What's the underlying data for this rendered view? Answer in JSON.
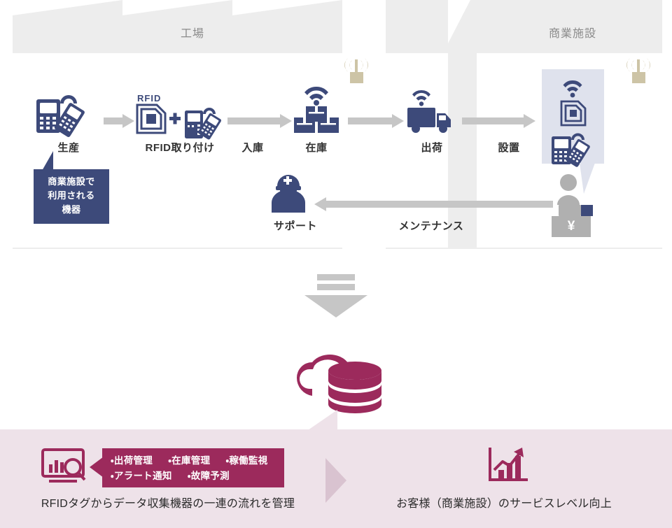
{
  "colors": {
    "navy": "#3d4a7a",
    "navy_dark": "#39456f",
    "grey_zone": "#ededed",
    "grey_arrow": "#c6c6c6",
    "tan": "#cdc4a6",
    "magenta": "#9c2a5c",
    "band_pink": "#eee2e9",
    "band_arrow": "#d9c3d0",
    "pos_grey": "#b0b0b0",
    "lavender": "#dfe2ed",
    "title_grey": "#8b8b8b",
    "text_dark": "#333333"
  },
  "zones": [
    {
      "id": "factory",
      "title": "工場"
    },
    {
      "id": "commercial",
      "title": "商業施設"
    }
  ],
  "flow": {
    "steps": [
      {
        "id": "production",
        "label": "生産"
      },
      {
        "id": "rfid-attach",
        "label": "RFID取り付け",
        "icon_caption": "RFID"
      },
      {
        "id": "stock",
        "label": "在庫"
      },
      {
        "id": "shipping",
        "label": "出荷"
      },
      {
        "id": "support",
        "label": "サポート"
      }
    ],
    "arrow_labels": [
      {
        "id": "warehousing",
        "label": "入庫"
      },
      {
        "id": "installation",
        "label": "設置"
      },
      {
        "id": "maintenance",
        "label": "メンテナンス"
      }
    ]
  },
  "callout": {
    "lines": [
      "商業施設で",
      "利用される",
      "機器"
    ]
  },
  "bottom": {
    "left": {
      "tags": [
        [
          "・出荷管理",
          "・在庫管理",
          "・稼働監視"
        ],
        [
          "・アラート通知",
          "・故障予測"
        ]
      ],
      "caption": "RFIDタグからデータ収集機器の一連の流れを管理"
    },
    "right": {
      "caption": "お客様（商業施設）のサービスレベル向上"
    }
  },
  "icons": {
    "production": "payment-terminal-and-handheld-icon",
    "rfid_tag": "rfid-tag-icon",
    "plus": "plus-sign",
    "device": "payment-terminal-and-handheld-icon",
    "stock": "boxes-with-wifi-icon",
    "truck": "delivery-truck-with-wifi-icon",
    "support": "support-worker-with-wrench-icon",
    "antenna": "rf-antenna-icon",
    "wifi": "wifi-icon",
    "pos": "cashier-at-pos-register-icon",
    "cloud_db": "cloud-database-icon",
    "down_arrow": "big-down-arrow-icon",
    "analytics": "chart-magnifier-icon",
    "growth_chart": "rising-bar-chart-icon",
    "right_arrow": "right-arrow-icon"
  }
}
